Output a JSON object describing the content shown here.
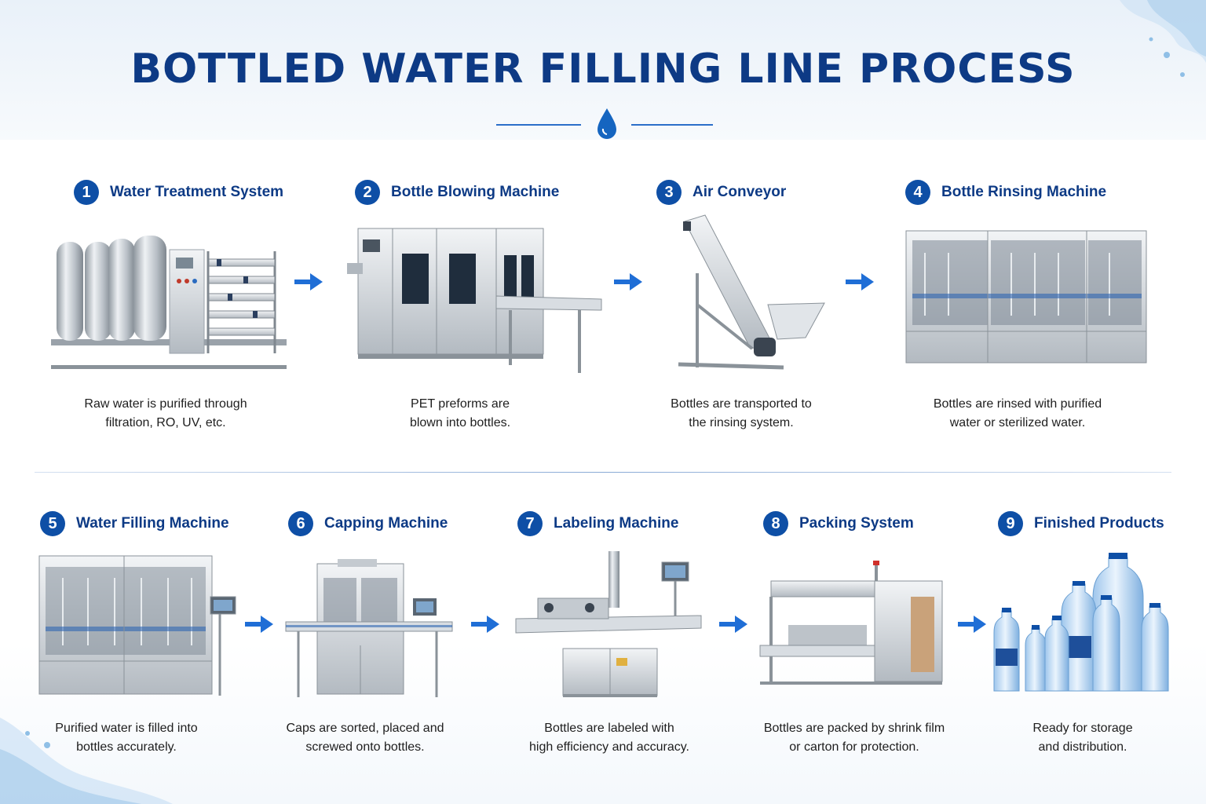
{
  "page": {
    "title": "BOTTLED WATER FILLING LINE PROCESS",
    "colors": {
      "primary": "#0d3a85",
      "badge": "#0e4fa6",
      "arrow": "#1f6ed6",
      "steel": "#c9ced3"
    },
    "steps": [
      {
        "num": "1",
        "title": "Water Treatment System",
        "desc": "Raw water is purified through\nfiltration, RO, UV, etc.",
        "icon": "water-treatment-machine"
      },
      {
        "num": "2",
        "title": "Bottle Blowing Machine",
        "desc": "PET preforms are\nblown into bottles.",
        "icon": "bottle-blowing-machine"
      },
      {
        "num": "3",
        "title": "Air Conveyor",
        "desc": "Bottles are transported to\nthe rinsing system.",
        "icon": "air-conveyor"
      },
      {
        "num": "4",
        "title": "Bottle Rinsing Machine",
        "desc": "Bottles are rinsed with purified\nwater or sterilized water.",
        "icon": "bottle-rinsing-machine"
      },
      {
        "num": "5",
        "title": "Water Filling Machine",
        "desc": "Purified water is filled into\nbottles accurately.",
        "icon": "water-filling-machine"
      },
      {
        "num": "6",
        "title": "Capping Machine",
        "desc": "Caps are sorted, placed and\nscrewed onto bottles.",
        "icon": "capping-machine"
      },
      {
        "num": "7",
        "title": "Labeling Machine",
        "desc": "Bottles are labeled with\nhigh efficiency and accuracy.",
        "icon": "labeling-machine"
      },
      {
        "num": "8",
        "title": "Packing System",
        "desc": "Bottles are packed by shrink film\nor carton for protection.",
        "icon": "packing-system"
      },
      {
        "num": "9",
        "title": "Finished Products",
        "desc": "Ready for storage\nand distribution.",
        "icon": "bottled-water-products"
      }
    ]
  }
}
